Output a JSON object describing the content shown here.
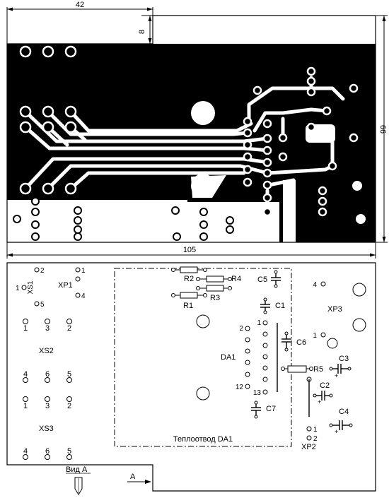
{
  "dimensions": {
    "top_width": "42",
    "step": "8",
    "height": "66",
    "width": "105"
  },
  "top_view": {
    "description_none": ""
  },
  "bottom_view": {
    "labels": {
      "xs1": "XS1",
      "xs1_pin1": "1",
      "xs1_pin2": "2",
      "xs1_pin5": "5",
      "xp1": "XP1",
      "xp1_pin1": "1",
      "xp1_pin4": "4",
      "xs2": "XS2",
      "xs2_pins_top": [
        "1",
        "3",
        "2"
      ],
      "xs2_pins_bottom": [
        "4",
        "6",
        "5"
      ],
      "xs3": "XS3",
      "xs3_pins_top": [
        "1",
        "3",
        "2"
      ],
      "xs3_pins_bottom": [
        "4",
        "6",
        "5"
      ],
      "r1": "R1",
      "r2": "R2",
      "r3": "R3",
      "r4": "R4",
      "r5": "R5",
      "c1": "C1",
      "c2": "C2",
      "c3": "C3",
      "c4": "C4",
      "c5": "C5",
      "c6": "C6",
      "c7": "C7",
      "da1": "DA1",
      "da1_pin1": "1",
      "da1_pin2": "2",
      "da1_pin12": "12",
      "da1_pin13": "13",
      "xp3": "XP3",
      "xp3_pin4": "4",
      "xp3_pin1": "1",
      "xp2": "XP2",
      "xp2_pin1": "1",
      "xp2_pin2": "2",
      "heatsink": "Теплоотвод DA1",
      "view_a": "Вид А",
      "arrow_a": "A",
      "plus_c2": "+",
      "plus_c3": "+",
      "plus_c4": "+"
    }
  }
}
